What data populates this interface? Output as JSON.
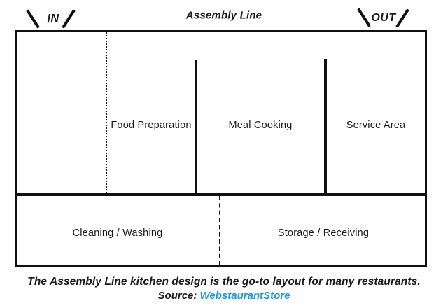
{
  "diagram": {
    "title": "Assembly Line",
    "in_label": "IN",
    "out_label": "OUT",
    "zones": [
      {
        "id": "food-preparation",
        "label": "Food Preparation"
      },
      {
        "id": "meal-cooking",
        "label": "Meal Cooking"
      },
      {
        "id": "service-area",
        "label": "Service Area"
      },
      {
        "id": "cleaning-washing",
        "label": "Cleaning / Washing"
      },
      {
        "id": "storage-receiving",
        "label": "Storage / Receiving"
      }
    ]
  },
  "caption": {
    "text": "The Assembly Line kitchen design is the go-to layout for many restaurants.",
    "source_prefix": "Source: ",
    "source_link": "WebstaurantStore"
  },
  "colors": {
    "line": "#111111",
    "text": "#1a1a1a",
    "link": "#1e9ae0",
    "background": "#ffffff"
  }
}
